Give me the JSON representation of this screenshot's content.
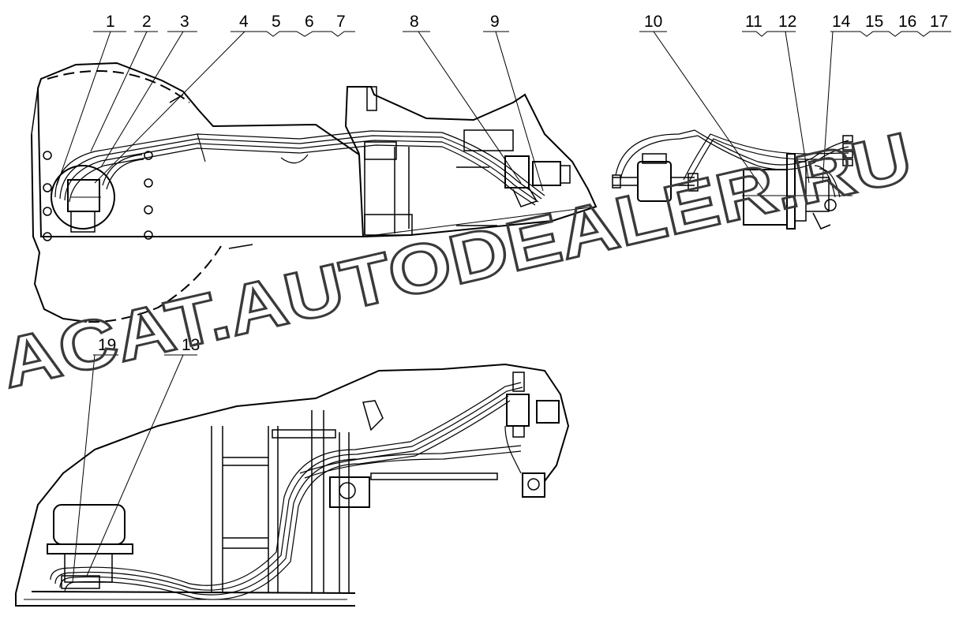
{
  "callouts": {
    "c1": "1",
    "c2": "2",
    "c3": "3",
    "c4": "4",
    "c5": "5",
    "c6": "6",
    "c7": "7",
    "c8": "8",
    "c9": "9",
    "c10": "10",
    "c11": "11",
    "c12": "12",
    "c14": "14",
    "c15": "15",
    "c16": "16",
    "c17": "17",
    "c19": "19",
    "c13": "13"
  },
  "watermark": "ACAT.AUTODEALER.RU"
}
